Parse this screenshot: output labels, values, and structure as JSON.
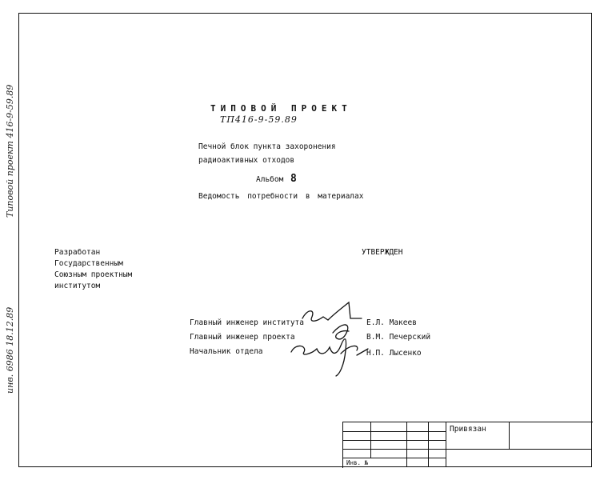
{
  "side": {
    "project_note": "Типовой проект 416-9-59.89",
    "inv_note": "инв. 6986 18.12.89"
  },
  "title": "ТИПОВОЙ ПРОЕКТ",
  "code": "ТП416-9-59.89",
  "description": {
    "line1": "Печной блок пункта захоронения",
    "line2": "радиоактивных отходов",
    "album_label": "Альбом",
    "album_number": "8",
    "content": "Ведомость потребности в материалах"
  },
  "developer": {
    "line1": "Разработан",
    "line2": "Государственным",
    "line3": "Союзным проектным",
    "line4": "институтом"
  },
  "approved": "УТВЕРЖДЕН",
  "signatories": [
    {
      "role": "Главный инженер института",
      "name": "Е.Л. Макеев"
    },
    {
      "role": "Главный инженер проекта",
      "name": "В.М. Печерский"
    },
    {
      "role": "Начальник отдела",
      "name": "Н.П. Лысенко"
    }
  ],
  "title_block": {
    "attached_label": "Привязан",
    "inv_label": "Инв. №"
  }
}
